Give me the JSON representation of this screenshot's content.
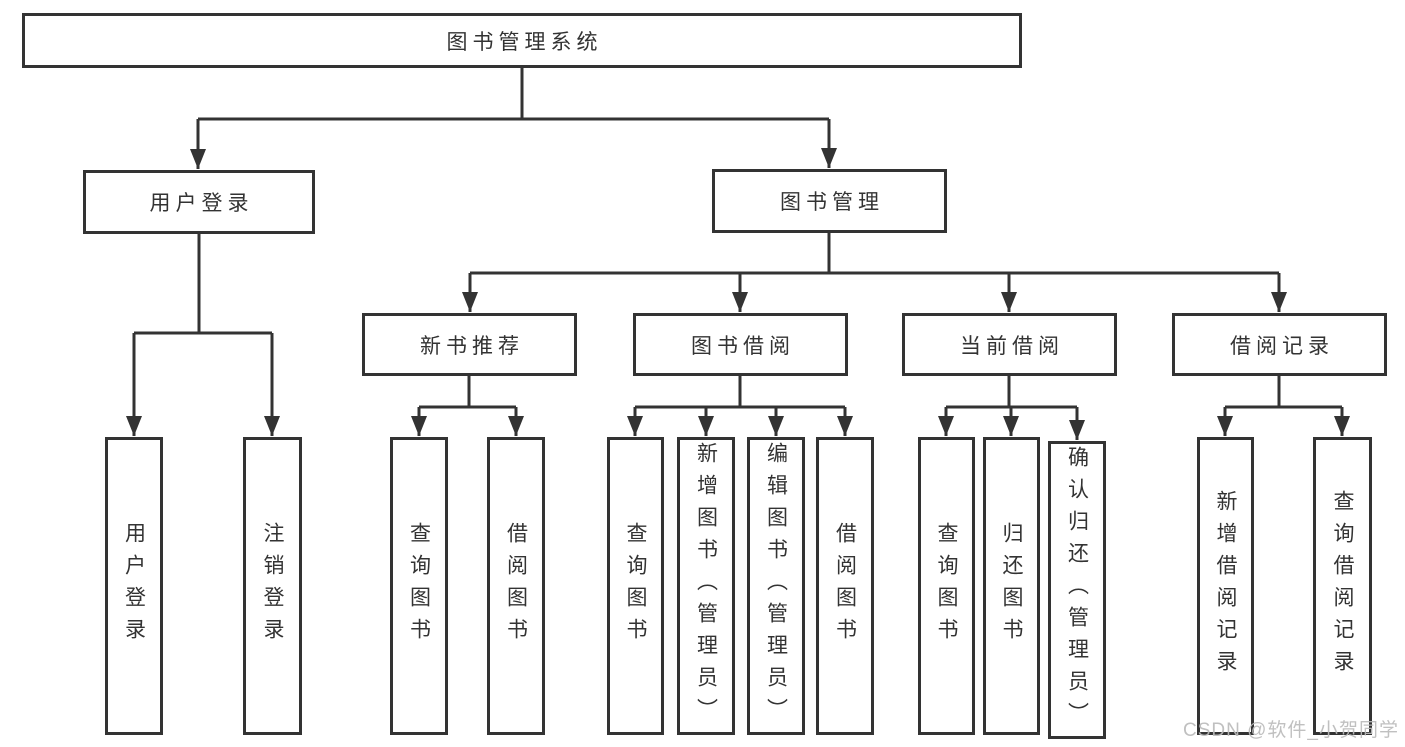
{
  "diagram": {
    "title": "图书管理系统",
    "type": "hierarchy-tree",
    "colors": {
      "line": "#333333",
      "border": "#333333",
      "text": "#333333",
      "background": "#ffffff",
      "watermark": "#bbbbbb"
    },
    "tree": {
      "root": {
        "label": "图书管理系统"
      },
      "children": [
        {
          "label": "用户登录",
          "children": [
            {
              "label": "用户登录"
            },
            {
              "label": "注销登录"
            }
          ]
        },
        {
          "label": "图书管理",
          "children": [
            {
              "label": "新书推荐",
              "children": [
                {
                  "label": "查询图书"
                },
                {
                  "label": "借阅图书"
                }
              ]
            },
            {
              "label": "图书借阅",
              "children": [
                {
                  "label": "查询图书"
                },
                {
                  "label": "新增图书（管理员）"
                },
                {
                  "label": "编辑图书（管理员）"
                },
                {
                  "label": "借阅图书"
                }
              ]
            },
            {
              "label": "当前借阅",
              "children": [
                {
                  "label": "查询图书"
                },
                {
                  "label": "归还图书"
                },
                {
                  "label": "确认归还（管理员）"
                }
              ]
            },
            {
              "label": "借阅记录",
              "children": [
                {
                  "label": "新增借阅记录"
                },
                {
                  "label": "查询借阅记录"
                }
              ]
            }
          ]
        }
      ]
    }
  },
  "watermark": "CSDN @软件_小贺同学"
}
